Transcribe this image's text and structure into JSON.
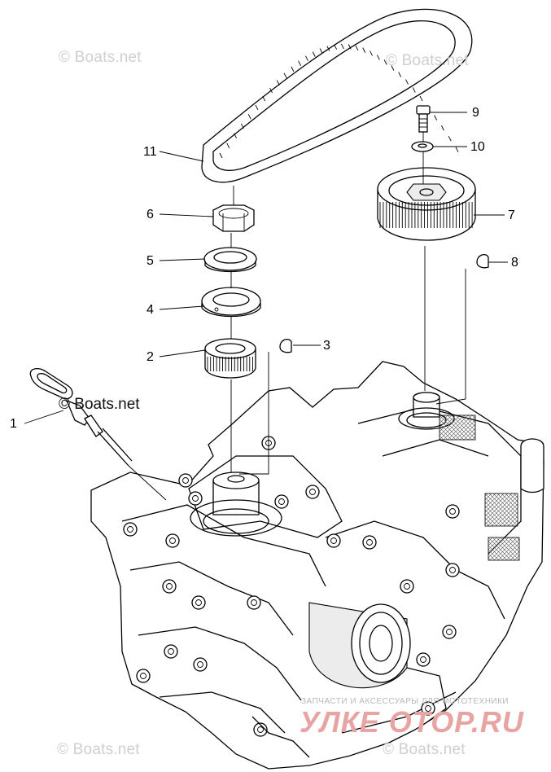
{
  "watermarks": {
    "top_left": "© Boats.net",
    "top_right": "© Boats.net",
    "mid": "© Boats.net",
    "bottom_left": "© Boats.net",
    "bottom_right": "© Boats.net"
  },
  "callouts": [
    {
      "id": "1",
      "label": "1"
    },
    {
      "id": "2",
      "label": "2"
    },
    {
      "id": "3",
      "label": "3"
    },
    {
      "id": "4",
      "label": "4"
    },
    {
      "id": "5",
      "label": "5"
    },
    {
      "id": "6",
      "label": "6"
    },
    {
      "id": "7",
      "label": "7"
    },
    {
      "id": "8",
      "label": "8"
    },
    {
      "id": "9",
      "label": "9"
    },
    {
      "id": "10",
      "label": "10"
    },
    {
      "id": "11",
      "label": "11"
    }
  ],
  "footer_brand": {
    "name": "УЛКЕ ОТОР.RU",
    "tagline": "ЗАПЧАСТИ И АКСЕССУАРЫ ДЛЯ МОТОТЕХНИКИ"
  }
}
